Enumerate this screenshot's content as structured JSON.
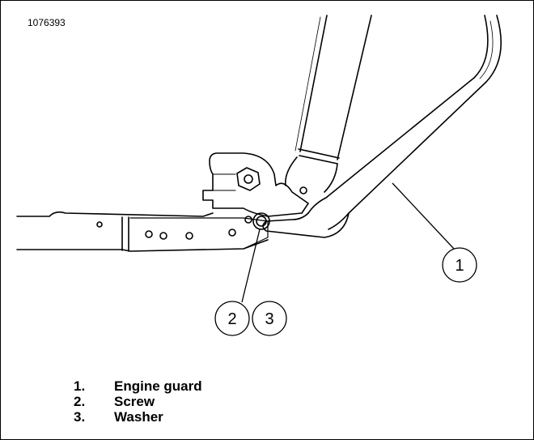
{
  "figure": {
    "id_label": "1076393"
  },
  "callouts": [
    {
      "label": "1"
    },
    {
      "label": "2"
    },
    {
      "label": "3"
    }
  ],
  "legend": [
    {
      "number": "1.",
      "text": "Engine guard"
    },
    {
      "number": "2.",
      "text": "Screw"
    },
    {
      "number": "3.",
      "text": "Washer"
    }
  ]
}
